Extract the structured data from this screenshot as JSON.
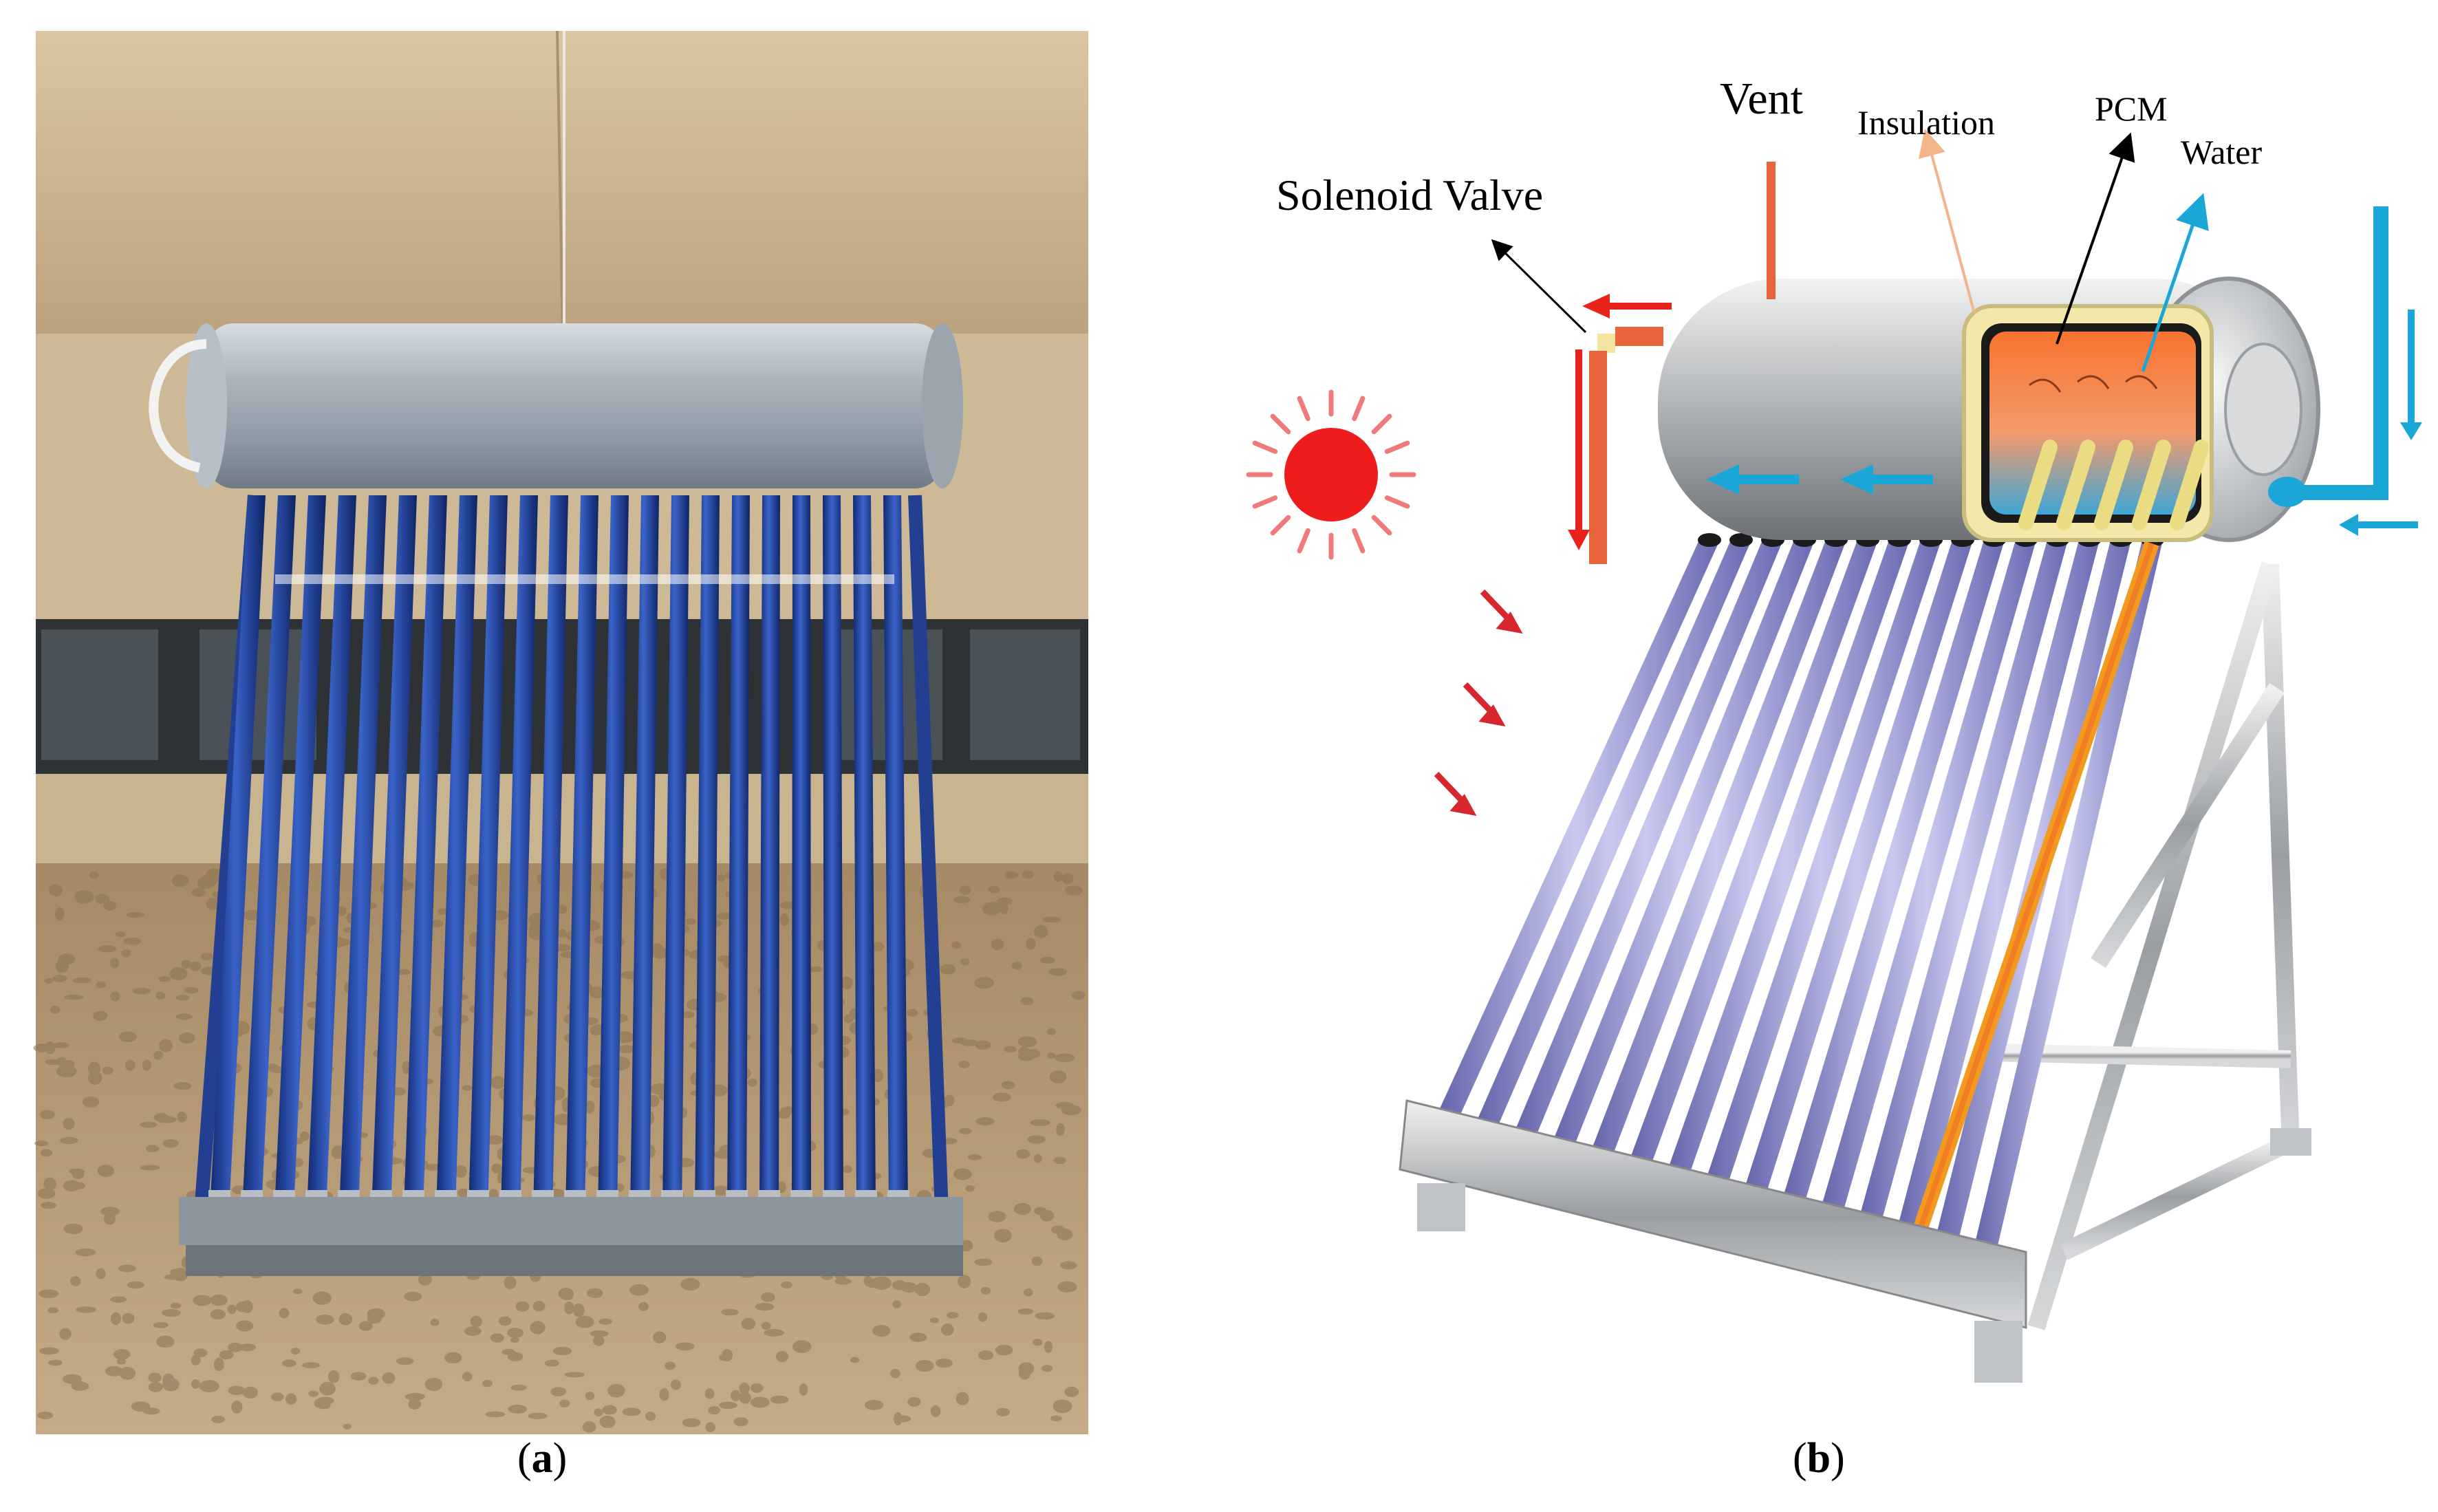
{
  "panels": {
    "a": {
      "caption_open": "(",
      "caption_letter": "a",
      "caption_close": ")"
    },
    "b": {
      "caption_open": "(",
      "caption_letter": "b",
      "caption_close": ")"
    }
  },
  "diagram": {
    "labels": {
      "vent": "Vent",
      "insulation": "Insulation",
      "pcm": "PCM",
      "water": "Water",
      "solenoid_valve": "Solenoid Valve"
    }
  },
  "colors": {
    "sky": "#2a6fd6",
    "wall": "#c9b48f",
    "tube_blue": "#1d3f9c",
    "tank_steel": "#a9b3ba",
    "gravel": "#b69a74",
    "hot_arrow": "#e8231b",
    "vent_pipe": "#e8643a",
    "cold_arrow": "#1aa7d8",
    "pcm_orange": "#f2733a",
    "insulation_yellow": "#f3e8a9",
    "tube_violet": "#8f8fd1",
    "heat_pipe": "#f39a1e",
    "sun_red": "#ee1c1c",
    "frame_steel": "#c0c4c8"
  }
}
